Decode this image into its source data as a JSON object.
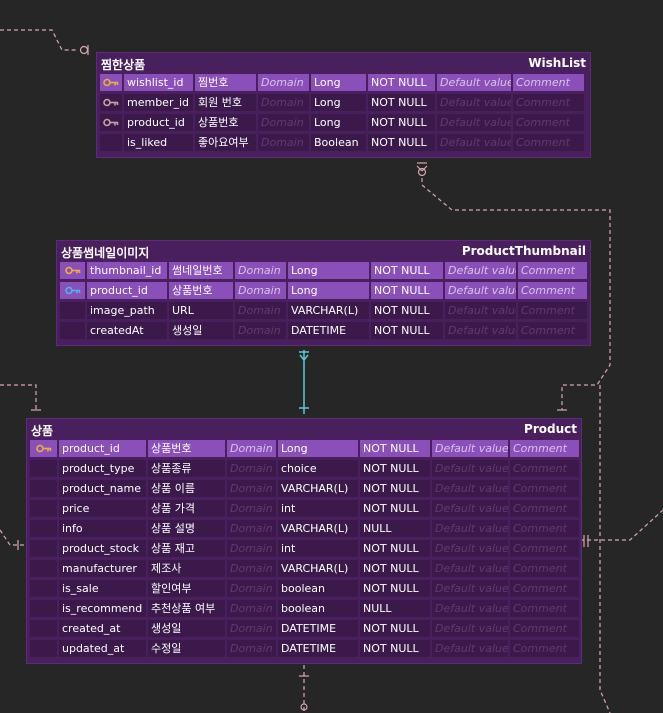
{
  "colors": {
    "background": "#262626",
    "entity": "#4a1f5e",
    "pk_row": "#8a4fb8",
    "row": "#3b1a4b",
    "relation_line": "#d9a7b0",
    "identifying_line": "#5fc8d6",
    "pk_icon": "#e8b03c",
    "fk_icon": "#c7a0a6",
    "pfk_icon": "#45b8e8"
  },
  "entities": [
    {
      "id": "wishlist",
      "logical_name": "찜한상품",
      "physical_name": "WishList",
      "columns": [
        {
          "key": "pk",
          "name": "wishlist_id",
          "logical": "찜번호",
          "domain": "Domain",
          "type": "Long",
          "nullable": "NOT NULL",
          "default": "Default value",
          "comment": "Comment",
          "primary": true
        },
        {
          "key": "fk",
          "name": "member_id",
          "logical": "회원 번호",
          "domain": "Domain",
          "type": "Long",
          "nullable": "NOT NULL",
          "default": "Default value",
          "comment": "Comment",
          "primary": false
        },
        {
          "key": "fk",
          "name": "product_id",
          "logical": "상품번호",
          "domain": "Domain",
          "type": "Long",
          "nullable": "NOT NULL",
          "default": "Default value",
          "comment": "Comment",
          "primary": false
        },
        {
          "key": "",
          "name": "is_liked",
          "logical": "좋아요여부",
          "domain": "Domain",
          "type": "Boolean",
          "nullable": "NOT NULL",
          "default": "Default value",
          "comment": "Comment",
          "primary": false
        }
      ]
    },
    {
      "id": "thumbnail",
      "logical_name": "상품썸네일이미지",
      "physical_name": "ProductThumbnail",
      "columns": [
        {
          "key": "pk",
          "name": "thumbnail_id",
          "logical": "썸네일번호",
          "domain": "Domain",
          "type": "Long",
          "nullable": "NOT NULL",
          "default": "Default value",
          "comment": "Comment",
          "primary": true
        },
        {
          "key": "pfk",
          "name": "product_id",
          "logical": "상품번호",
          "domain": "Domain",
          "type": "Long",
          "nullable": "NOT NULL",
          "default": "Default value",
          "comment": "Comment",
          "primary": true
        },
        {
          "key": "",
          "name": "image_path",
          "logical": "URL",
          "domain": "Domain",
          "type": "VARCHAR(L)",
          "nullable": "NOT NULL",
          "default": "Default value",
          "comment": "Comment",
          "primary": false
        },
        {
          "key": "",
          "name": "createdAt",
          "logical": "생성일",
          "domain": "Domain",
          "type": "DATETIME",
          "nullable": "NOT NULL",
          "default": "Default value",
          "comment": "Comment",
          "primary": false
        }
      ]
    },
    {
      "id": "product",
      "logical_name": "상품",
      "physical_name": "Product",
      "columns": [
        {
          "key": "pk",
          "name": "product_id",
          "logical": "상품번호",
          "domain": "Domain",
          "type": "Long",
          "nullable": "NOT NULL",
          "default": "Default value",
          "comment": "Comment",
          "primary": true
        },
        {
          "key": "",
          "name": "product_type",
          "logical": "상품종류",
          "domain": "Domain",
          "type": "choice",
          "nullable": "NOT NULL",
          "default": "Default value",
          "comment": "Comment",
          "primary": false
        },
        {
          "key": "",
          "name": "product_name",
          "logical": "상품 이름",
          "domain": "Domain",
          "type": "VARCHAR(L)",
          "nullable": "NOT NULL",
          "default": "Default value",
          "comment": "Comment",
          "primary": false
        },
        {
          "key": "",
          "name": "price",
          "logical": "상품 가격",
          "domain": "Domain",
          "type": "int",
          "nullable": "NOT NULL",
          "default": "Default value",
          "comment": "Comment",
          "primary": false
        },
        {
          "key": "",
          "name": "info",
          "logical": "상품 설명",
          "domain": "Domain",
          "type": "VARCHAR(L)",
          "nullable": "NULL",
          "default": "Default value",
          "comment": "Comment",
          "primary": false
        },
        {
          "key": "",
          "name": "product_stock",
          "logical": "상품 재고",
          "domain": "Domain",
          "type": "int",
          "nullable": "NOT NULL",
          "default": "Default value",
          "comment": "Comment",
          "primary": false
        },
        {
          "key": "",
          "name": "manufacturer",
          "logical": "제조사",
          "domain": "Domain",
          "type": "VARCHAR(L)",
          "nullable": "NOT NULL",
          "default": "Default value",
          "comment": "Comment",
          "primary": false
        },
        {
          "key": "",
          "name": "is_sale",
          "logical": "할인여부",
          "domain": "Domain",
          "type": "boolean",
          "nullable": "NOT NULL",
          "default": "Default value",
          "comment": "Comment",
          "primary": false
        },
        {
          "key": "",
          "name": "is_recommend",
          "logical": "추천상품 여부",
          "domain": "Domain",
          "type": "boolean",
          "nullable": "NULL",
          "default": "Default value",
          "comment": "Comment",
          "primary": false
        },
        {
          "key": "",
          "name": "created_at",
          "logical": "생성일",
          "domain": "Domain",
          "type": "DATETIME",
          "nullable": "NOT NULL",
          "default": "Default value",
          "comment": "Comment",
          "primary": false
        },
        {
          "key": "",
          "name": "updated_at",
          "logical": "수정일",
          "domain": "Domain",
          "type": "DATETIME",
          "nullable": "NOT NULL",
          "default": "Default value",
          "comment": "Comment",
          "primary": false
        }
      ]
    }
  ]
}
